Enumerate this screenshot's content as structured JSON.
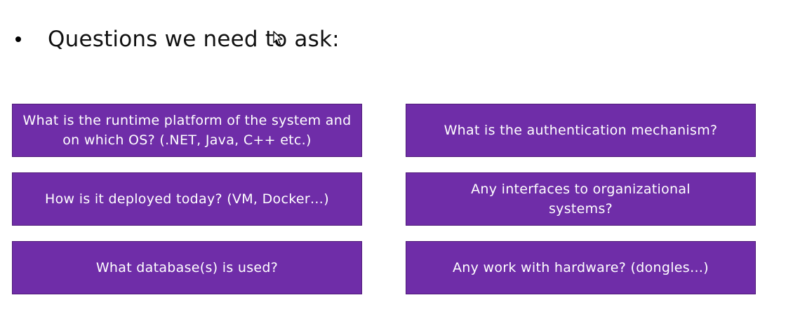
{
  "colors": {
    "box_fill": "#6f2da8",
    "heading_text": "#111111",
    "box_text": "#ffffff"
  },
  "heading": {
    "text": "Questions we need to ask:"
  },
  "questions": [
    {
      "text": "What is the runtime platform of the system and on which OS? (.NET, Java, C++ etc.)"
    },
    {
      "text": "What is the authentication mechanism?"
    },
    {
      "text": "How is it deployed today? (VM, Docker…)"
    },
    {
      "text": "Any interfaces to organizational systems?"
    },
    {
      "text": "What database(s) is used?"
    },
    {
      "text": "Any work with hardware? (dongles…)"
    }
  ]
}
